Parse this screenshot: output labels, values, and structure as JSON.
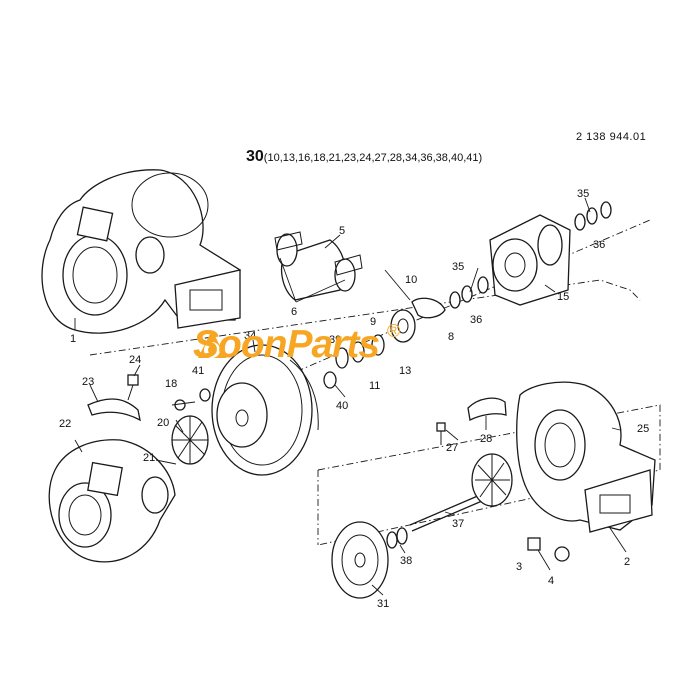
{
  "header": {
    "doc_number": "2 138 944.01",
    "kit_number": "30",
    "kit_contents": "(10,13,16,18,21,23,24,27,28,34,36,38,40,41)"
  },
  "watermark": {
    "brand_text": "SoonParts",
    "reg_mark": "®",
    "color": "#f6a623"
  },
  "callouts": [
    "1",
    "2",
    "3",
    "4",
    "5",
    "6",
    "8",
    "9",
    "10",
    "11",
    "13",
    "15",
    "18",
    "20",
    "21",
    "22",
    "23",
    "24",
    "25",
    "27",
    "28",
    "31",
    "34",
    "35",
    "35",
    "36",
    "36",
    "37",
    "38",
    "39",
    "40",
    "41"
  ]
}
